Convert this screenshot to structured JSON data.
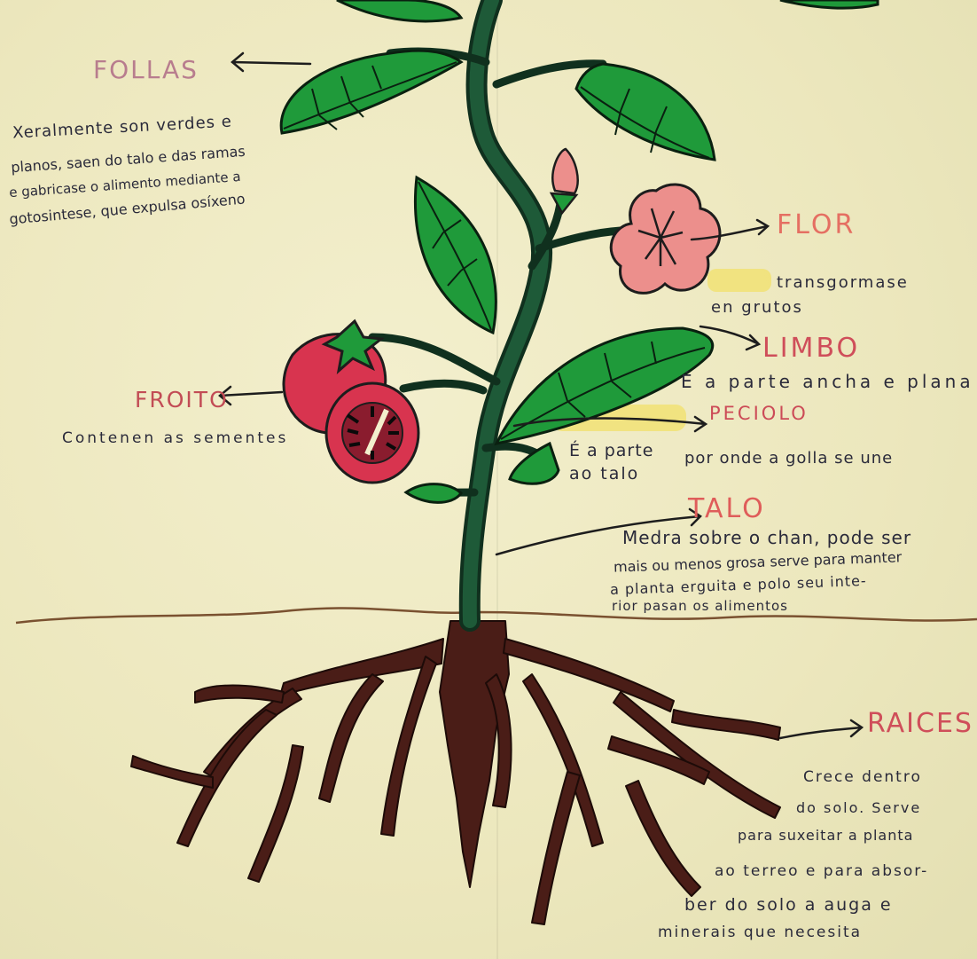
{
  "colors": {
    "paper": "#efebc4",
    "leaf": "#1f9a3a",
    "stem": "#1e5a38",
    "flower": "#ec8f8c",
    "tomato": "#d8344f",
    "root": "#4a1d17",
    "soil_line": "#7a5130",
    "highlight": "#f1e06a",
    "ink": "#2a2a3a"
  },
  "labels": {
    "follas": "FOLLAS",
    "flor": "FLOR",
    "limbo": "LIMBO",
    "peciolo": "PECIOLO",
    "talo": "TALO",
    "froito": "FROITO",
    "raices": "RAICES"
  },
  "notes": {
    "follas": [
      "Xeralmente son verdes e",
      "planos, saen do talo e das ramas",
      "e gabricase o alimento mediante a",
      "gotosintese, que expulsa osíxeno"
    ],
    "flor": [
      "transgormase",
      "en grutos"
    ],
    "limbo": [
      "É a parte ancha e plana"
    ],
    "peciolo": [
      "É a parte",
      "por onde a golla se une",
      "ao talo"
    ],
    "talo": [
      "Medra sobre o chan, pode ser",
      "mais ou menos grosa serve para manter",
      "a planta erguita e polo seu inte-",
      "rior pasan os alimentos"
    ],
    "froito": [
      "Contenen as sementes"
    ],
    "raices": [
      "Crece dentro",
      "do solo. Serve",
      "para suxeitar a planta",
      "ao terreo e para absor-",
      "ber do solo a auga e",
      "minerais que necesita"
    ]
  }
}
